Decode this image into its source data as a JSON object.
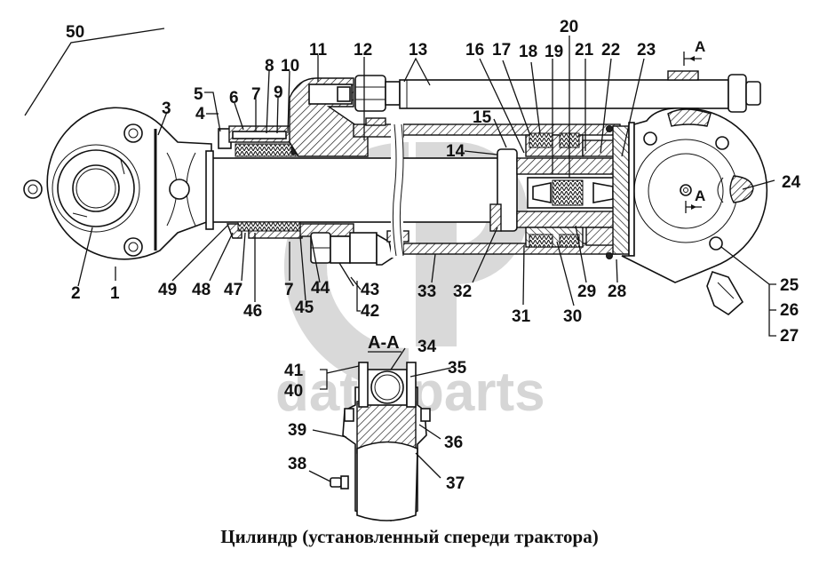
{
  "caption": "Цилиндр (установленный спереди трактора)",
  "section_label": "А-А",
  "section_marker": "А",
  "watermark": {
    "logo_letters": "GP",
    "text_left": "dat",
    "text_right": "parts"
  },
  "callouts": {
    "c1": "1",
    "c2": "2",
    "c3": "3",
    "c4": "4",
    "c5": "5",
    "c6": "6",
    "c7": "7",
    "c7b": "7",
    "c8": "8",
    "c9": "9",
    "c10": "10",
    "c11": "11",
    "c12": "12",
    "c13": "13",
    "c14": "14",
    "c15": "15",
    "c16": "16",
    "c17": "17",
    "c18": "18",
    "c19": "19",
    "c20": "20",
    "c21": "21",
    "c22": "22",
    "c23": "23",
    "c24": "24",
    "c25": "25",
    "c26": "26",
    "c27": "27",
    "c28": "28",
    "c29": "29",
    "c30": "30",
    "c31": "31",
    "c32": "32",
    "c33": "33",
    "c34": "34",
    "c35": "35",
    "c36": "36",
    "c37": "37",
    "c38": "38",
    "c39": "39",
    "c40": "40",
    "c41": "41",
    "c42": "42",
    "c43": "43",
    "c44": "44",
    "c45": "45",
    "c46": "46",
    "c47": "47",
    "c48": "48",
    "c49": "49",
    "c50": "50"
  }
}
